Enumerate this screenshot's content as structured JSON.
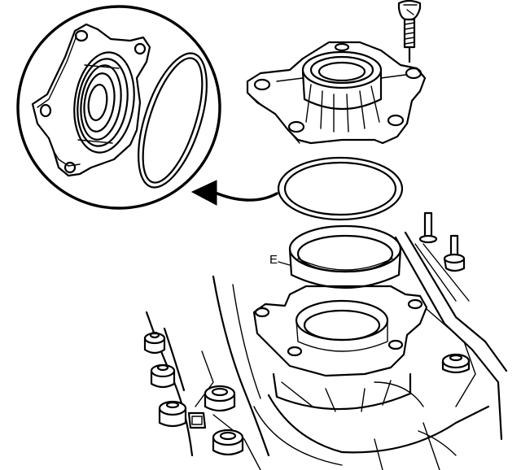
{
  "diagram": {
    "callout_letter": "E",
    "components": [
      "bolt",
      "bearing-retainer",
      "o-ring-seal",
      "bearing-seal-ring",
      "transmission-case",
      "case-bolts",
      "magnified-detail"
    ],
    "colors": {
      "ink": "#000000",
      "paper": "#ffffff"
    }
  }
}
